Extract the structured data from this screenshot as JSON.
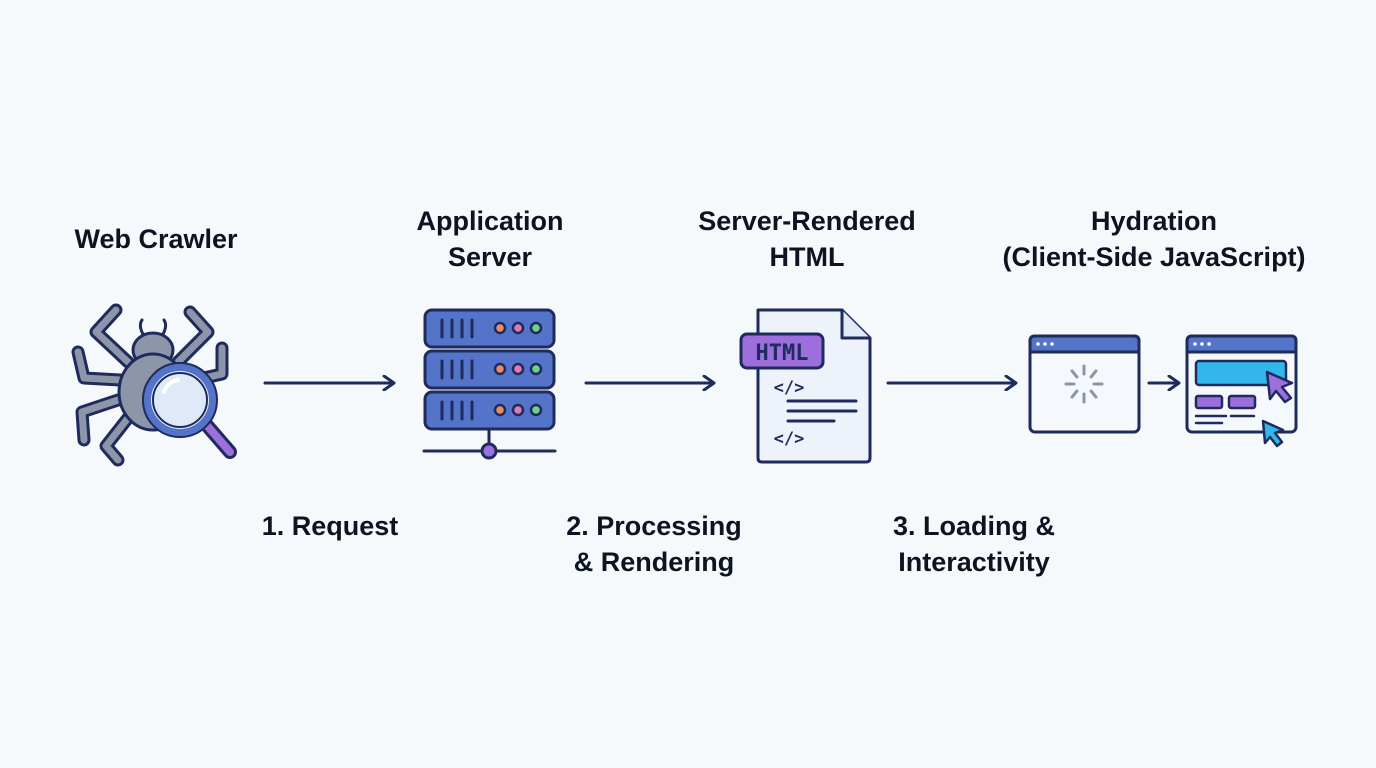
{
  "nodes": {
    "crawler": {
      "title": "Web Crawler"
    },
    "server": {
      "title_lines": [
        "Application",
        "Server"
      ]
    },
    "html": {
      "title_lines": [
        "Server-Rendered",
        "HTML"
      ],
      "badge": "HTML",
      "code_tag": "</>"
    },
    "hydration": {
      "title_lines": [
        "Hydration",
        "(Client-Side JavaScript)"
      ]
    }
  },
  "steps": [
    {
      "lines": [
        "1. Request"
      ]
    },
    {
      "lines": [
        "2. Processing",
        "& Rendering"
      ]
    },
    {
      "lines": [
        "3. Loading &",
        "Interactivity"
      ]
    }
  ],
  "colors": {
    "outline": "#1e2b5c",
    "primary_blue": "#5474c9",
    "light_blue": "#dfe9f7",
    "cyan": "#33b6ea",
    "purple": "#9d6fdc",
    "gray": "#8d95a8",
    "led_orange": "#ee8b61",
    "led_pink": "#e377b7",
    "led_green": "#6fd08c"
  }
}
